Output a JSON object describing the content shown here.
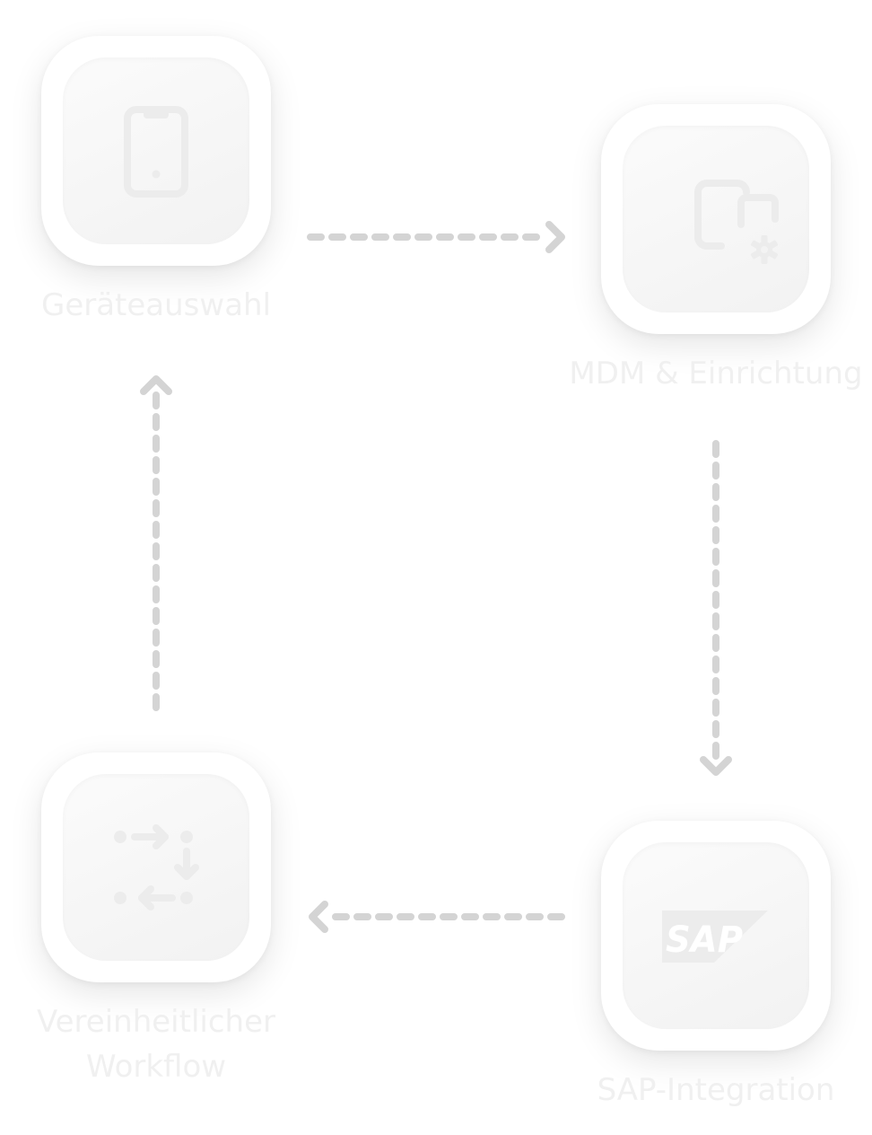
{
  "nodes": [
    {
      "id": "device-selection",
      "label": "Geräteauswahl",
      "icon": "smartphone-icon"
    },
    {
      "id": "mdm-setup",
      "label": "MDM & Einrichtung",
      "icon": "device-settings-icon"
    },
    {
      "id": "sap-integration",
      "label": "SAP-Integration",
      "icon": "sap-logo-icon"
    },
    {
      "id": "unified-workflow",
      "label_lines": [
        "Vereinheitlicher",
        "Workflow"
      ],
      "icon": "workflow-icon"
    }
  ],
  "edges": [
    {
      "from": "device-selection",
      "to": "mdm-setup"
    },
    {
      "from": "mdm-setup",
      "to": "sap-integration"
    },
    {
      "from": "sap-integration",
      "to": "unified-workflow"
    },
    {
      "from": "unified-workflow",
      "to": "device-selection"
    }
  ],
  "logo_text": "SAP",
  "colors": {
    "connector": "#d4d4d4",
    "icon": "#ececec",
    "label": "#f0f0f0",
    "tile_outer": "#ffffff",
    "tile_inner": "#f4f4f4"
  }
}
